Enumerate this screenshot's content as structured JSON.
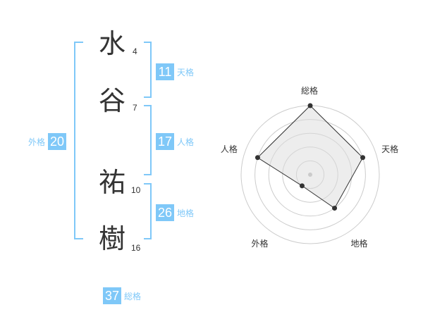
{
  "name": {
    "characters": [
      {
        "char": "水",
        "strokes": "4"
      },
      {
        "char": "谷",
        "strokes": "7"
      },
      {
        "char": "祐",
        "strokes": "10"
      },
      {
        "char": "樹",
        "strokes": "16"
      }
    ]
  },
  "fortunes": {
    "tenkaku": {
      "label": "天格",
      "value": "11"
    },
    "jinkaku": {
      "label": "人格",
      "value": "17"
    },
    "chikaku": {
      "label": "地格",
      "value": "26"
    },
    "gaikaku": {
      "label": "外格",
      "value": "20"
    },
    "soukaku": {
      "label": "総格",
      "value": "37"
    }
  },
  "colors": {
    "accent": "#7fc8f8",
    "text": "#333333",
    "grid": "#cccccc",
    "fill": "#eeeeee"
  },
  "chart_data": {
    "type": "radar",
    "axes": [
      "総格",
      "天格",
      "地格",
      "外格",
      "人格"
    ],
    "levels": 5,
    "range": [
      0,
      5
    ],
    "values": [
      5,
      4,
      3,
      1,
      4
    ]
  }
}
